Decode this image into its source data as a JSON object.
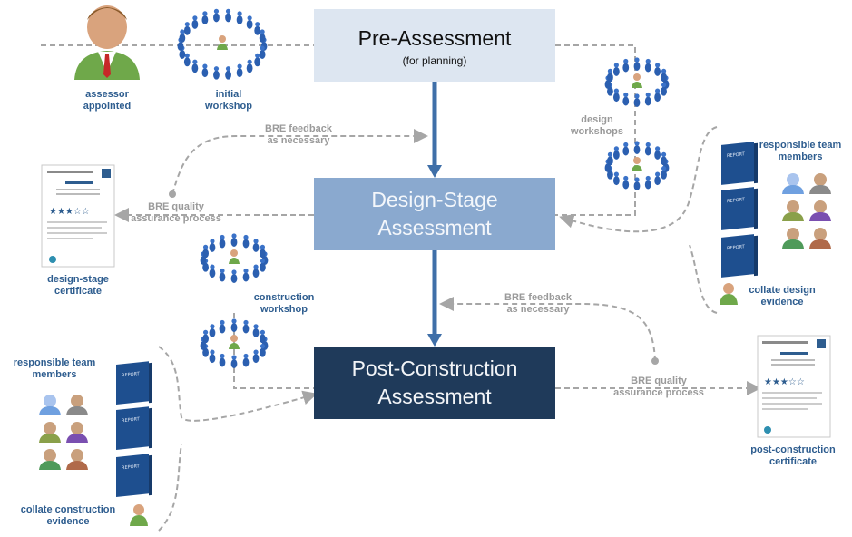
{
  "boxes": {
    "pre": {
      "title": "Pre-Assessment",
      "subtitle": "(for planning)"
    },
    "design": {
      "line1": "Design-Stage",
      "line2": "Assessment"
    },
    "post": {
      "line1": "Post-Construction",
      "line2": "Assessment"
    }
  },
  "labels": {
    "assessor": [
      "assessor",
      "appointed"
    ],
    "initial_workshop": [
      "initial",
      "workshop"
    ],
    "design_workshops": [
      "design",
      "workshops"
    ],
    "construction_workshop": [
      "construction",
      "workshop"
    ],
    "bre_feedback_top": [
      "BRE feedback",
      "as necessary"
    ],
    "bre_feedback_mid": [
      "BRE feedback",
      "as necessary"
    ],
    "bre_qa_design": [
      "BRE quality",
      "assurance process"
    ],
    "bre_qa_post": [
      "BRE quality",
      "assurance process"
    ],
    "design_certificate": [
      "design-stage",
      "certificate"
    ],
    "post_certificate": [
      "post-construction",
      "certificate"
    ],
    "team_members_right": [
      "responsible team",
      "members"
    ],
    "team_members_left": [
      "responsible team",
      "members"
    ],
    "collate_design": [
      "collate design",
      "evidence"
    ],
    "collate_construction": [
      "collate construction",
      "evidence"
    ]
  },
  "report_label": "REPORT",
  "colors": {
    "pre_box": "#dde6f1",
    "design_box": "#8aa9cf",
    "post_box": "#1f3a5a",
    "flow_arrow": "#3f6fa8",
    "dashed": "#a6a6a6",
    "label_blue": "#2e5d8f",
    "label_gray": "#9a9a9a",
    "report_blue": "#1e4f8f",
    "people_blue": "#2b5fb0"
  },
  "icons": [
    "person-icon",
    "workshop-ring-icon",
    "report-book-icon",
    "certificate-icon",
    "team-member-icon"
  ]
}
